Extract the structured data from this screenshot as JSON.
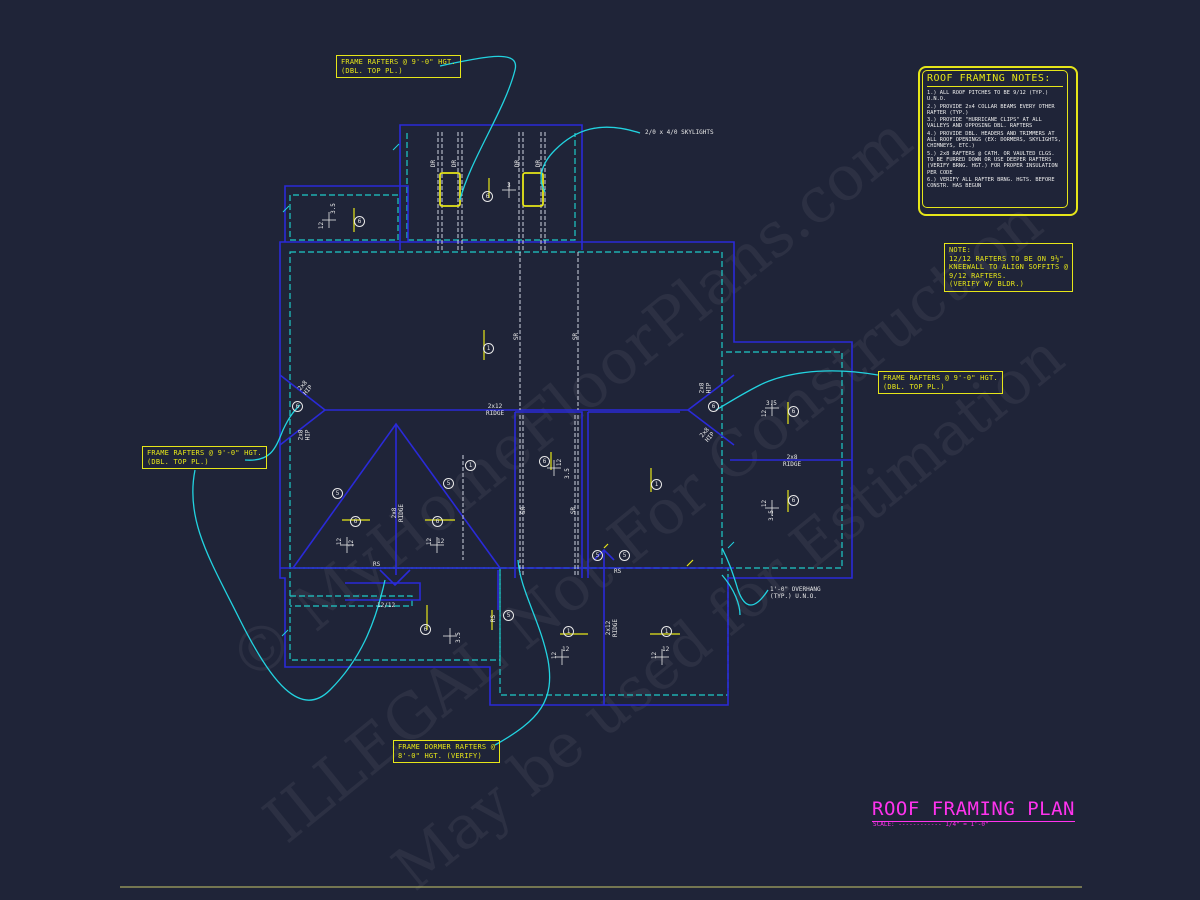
{
  "drawing": {
    "title": "ROOF FRAMING PLAN",
    "scale": "SCALE: ------------ 1/4\" = 1'-0\""
  },
  "notes": {
    "title": "ROOF FRAMING NOTES:",
    "items": [
      "1.) ALL ROOF PITCHES TO BE 9/12 (TYP.) U.N.O.",
      "2.) PROVIDE 2x4 COLLAR BEAMS EVERY OTHER RAFTER (TYP.)",
      "3.) PROVIDE \"HURRICANE CLIPS\" AT ALL VALLEYS AND OPPOSING DBL. RAFTERS",
      "4.) PROVIDE DBL. HEADERS AND TRIMMERS AT ALL ROOF OPENINGS (EX: DORMERS, SKYLIGHTS, CHIMNEYS, ETC.)",
      "5.) 2x8 RAFTERS @ CATH. OR VAULTED CLGS. TO BE FURRED DOWN OR USE DEEPER RAFTERS (VERIFY BRNG. HGT.) FOR PROPER INSULATION PER CODE",
      "6.) VERIFY ALL RAFTER BRNG. HGTS. BEFORE CONSTR. HAS BEGUN"
    ]
  },
  "callouts": {
    "top": "FRAME RAFTERS @ 9'-0\" HGT.\n(DBL. TOP PL.)",
    "left": "FRAME RAFTERS @ 9'-0\" HGT.\n(DBL. TOP PL.)",
    "right": "FRAME RAFTERS @ 9'-0\" HGT.\n(DBL. TOP PL.)",
    "dormer": "FRAME DORMER RAFTERS @\n8'-0\" HGT. (VERIFY)",
    "kneewall": "NOTE:\n12/12 RAFTERS TO BE ON 9½\"\nKNEEWALL TO ALIGN SOFFITS @\n9/12 RAFTERS.\n(VERIFY W/ BLDR.)",
    "skylights": "2/0 x 4/0 SKYLIGHTS",
    "overhang": "1'-0\" OVERHANG\n(TYP.) U.N.O."
  },
  "labels": {
    "ridge_main": "2x12\nRIDGE",
    "ridge_right": "2x8\nRIDGE",
    "ridge_dormer": "2x8\nRIDGE",
    "ridge_lower": "2x12\nRIDGE",
    "hip_left_upper": "2x8\nHIP",
    "hip_left_lower": "2x8\nHIP",
    "hip_right_upper": "2x8\nHIP",
    "hip_right_lower": "2x8\nHIP",
    "rs_left": "RS",
    "rs_center": "RS",
    "rs_lower": "RS",
    "pitch_small": "12/12",
    "dr": "DR",
    "sr": "SR"
  },
  "markers": {
    "m1": "1",
    "m5": "5",
    "m6": "6"
  },
  "pitch": {
    "run": "12",
    "rise_9": "9",
    "rise_12": "12",
    "rise_35": "3.5",
    "rise_3": "3"
  },
  "watermark": {
    "line1": "© MyHomeFloorPlans.com",
    "line2": "ILLEGAL Not For Construction",
    "line3": "May be used for Estimation"
  },
  "colors": {
    "background": "#1f2438",
    "wall": "#2a2ad8",
    "eave": "#1ecbc8",
    "leader": "#22d3e0",
    "note": "#e6e619",
    "title": "#ff33ee"
  }
}
